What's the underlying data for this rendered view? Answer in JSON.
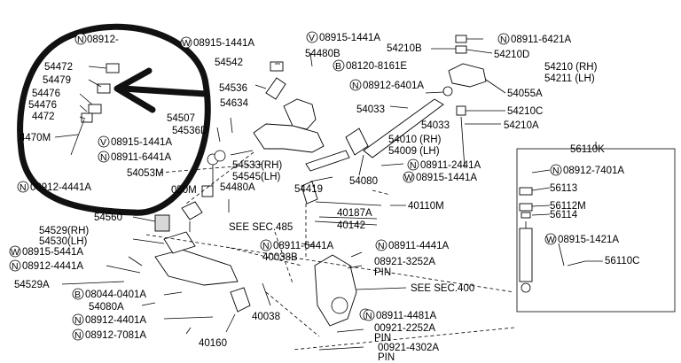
{
  "labels": {
    "l_08912_top": "08912-",
    "l_08915_1441A_a": "08915-1441A",
    "l_08915_1441A_b": "08915-1441A",
    "l_54210B": "54210B",
    "l_08911_6421A": "08911-6421A",
    "l_54542": "54542",
    "l_54480B": "54480B",
    "l_54210D": "54210D",
    "l_54472": "54472",
    "l_54479": "54479",
    "l_08120_8161E": "08120-8161E",
    "l_54210": "54210 (RH)",
    "l_54211": "54211 (LH)",
    "l_54476a": "54476",
    "l_54536": "54536",
    "l_08912_6401A": "08912-6401A",
    "l_54055A": "54055A",
    "l_54476b": "54476",
    "l_54634": "54634",
    "l_54033a": "54033",
    "l_54210C": "54210C",
    "l_54472b": "4472",
    "l_54507": "54507",
    "l_54033b": "54033",
    "l_54210A": "54210A",
    "l_54536D": "54536D",
    "l_54010": "54010 (RH)",
    "l_54009": "54009 (LH)",
    "l_54470M": "4470M",
    "l_08915_1441A_c": "08915-1441A",
    "l_56110K": "56110K",
    "l_08911_6441A_a": "08911-6441A",
    "l_54533": "54533(RH)",
    "l_54545": "54545(LH)",
    "l_08911_2441A": "08911-2441A",
    "l_08912_7401A": "08912-7401A",
    "l_54053M": "54053M",
    "l_54080": "54080",
    "l_08915_1441A_d": "08915-1441A",
    "l_08912_4441A_top": "08912-4441A",
    "l_050M": "050M",
    "l_54480A": "54480A",
    "l_54419": "54419",
    "l_56113": "56113",
    "l_40110M": "40110M",
    "l_56112M": "56112M",
    "l_40187A": "40187A",
    "l_56114": "56114",
    "l_54560": "54560",
    "l_40142": "40142",
    "l_see485": "SEE SEC.485",
    "l_54529rh": "54529(RH)",
    "l_54530lh": "54530(LH)",
    "l_08915_1421A": "08915-1421A",
    "l_08911_6441A_b": "08911-6441A",
    "l_08911_4441A": "08911-4441A",
    "l_08915_5441A": "08915-5441A",
    "l_40038B": "40038B",
    "l_08921_3252A": "08921-3252A",
    "l_pin1": "PIN",
    "l_56110C": "56110C",
    "l_08912_4441A_b": "08912-4441A",
    "l_54529A": "54529A",
    "l_see400": "SEE SEC.400",
    "l_08044_0401A": "08044-0401A",
    "l_54080A": "54080A",
    "l_40038": "40038",
    "l_08911_4481A": "08911-4481A",
    "l_08912_4401A": "08912-4401A",
    "l_00921_2252A": "00921-2252A",
    "l_pin2": "PIN",
    "l_08912_7081A": "08912-7081A",
    "l_40160": "40160",
    "l_00921_4302A": "00921-4302A",
    "l_pin3": "PIN"
  },
  "prefixes": {
    "n": "N",
    "w": "W",
    "v": "V",
    "b": "B"
  }
}
